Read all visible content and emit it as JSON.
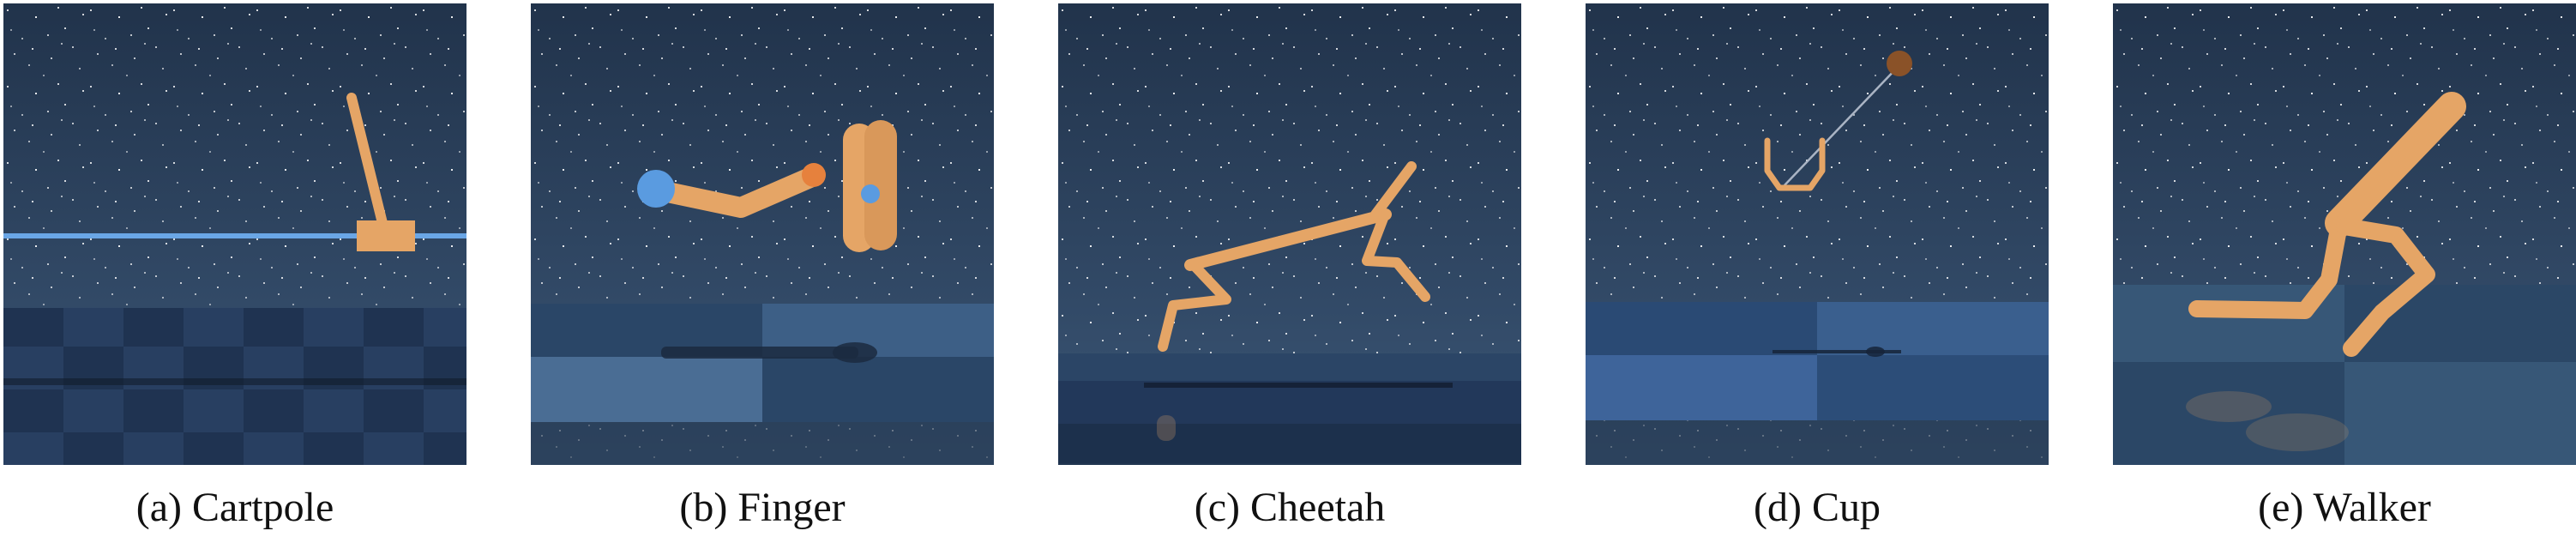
{
  "figure": {
    "panels": [
      {
        "id": "cartpole",
        "caption": "(a) Cartpole"
      },
      {
        "id": "finger",
        "caption": "(b) Finger"
      },
      {
        "id": "cheetah",
        "caption": "(c) Cheetah"
      },
      {
        "id": "cup",
        "caption": "(d) Cup"
      },
      {
        "id": "walker",
        "caption": "(e) Walker"
      }
    ]
  },
  "colors": {
    "sky_top": "#23354d",
    "sky_bottom": "#3d5878",
    "floor_dark": "#1f3350",
    "floor_light": "#3d5f86",
    "body_orange": "#e5a566",
    "body_highlight": "#f6c893",
    "target_blue": "#5a9be0",
    "rail_blue": "#6aa6e6",
    "ball_brown": "#8a5228"
  }
}
